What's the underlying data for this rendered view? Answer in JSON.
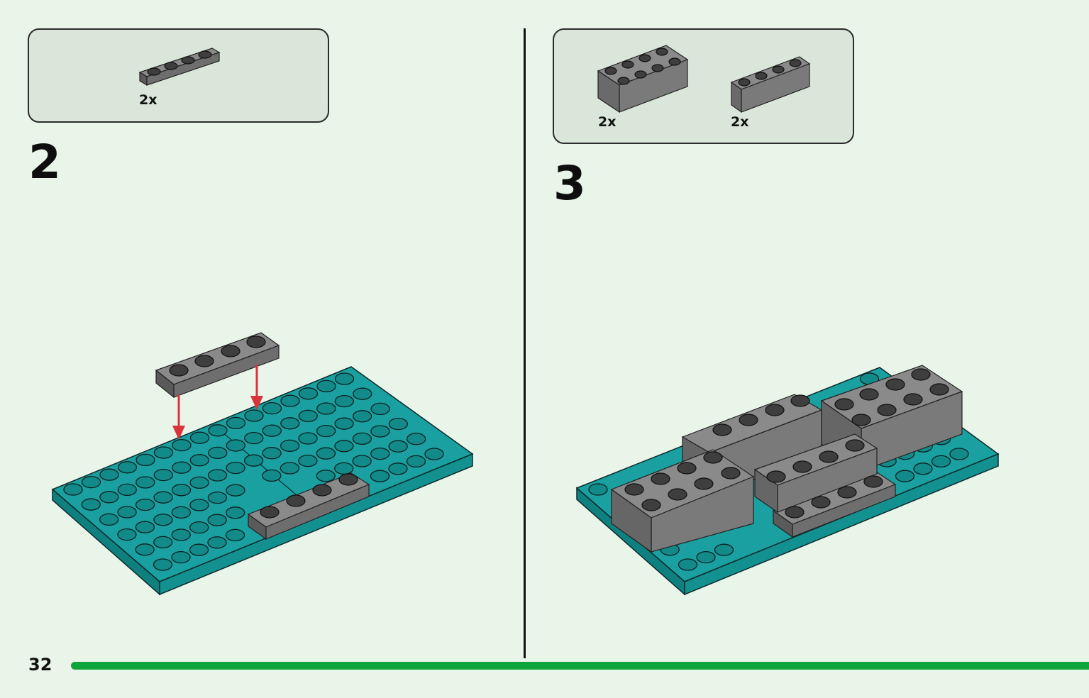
{
  "page": {
    "number": "32",
    "accent_color": "#0ca43b",
    "background_color": "#eaf5ea"
  },
  "steps": [
    {
      "number": "2",
      "parts": [
        {
          "name": "dark-gray-plate-1x4",
          "quantity": "2x",
          "color": "#6e6e6e"
        }
      ],
      "arrow_color": "#d9343c",
      "baseplate_color": "#138f8f"
    },
    {
      "number": "3",
      "parts": [
        {
          "name": "dark-gray-brick-2x4",
          "quantity": "2x",
          "color": "#7a7a7a"
        },
        {
          "name": "dark-gray-brick-1x4",
          "quantity": "2x",
          "color": "#7a7a7a"
        }
      ],
      "baseplate_color": "#138f8f"
    }
  ]
}
